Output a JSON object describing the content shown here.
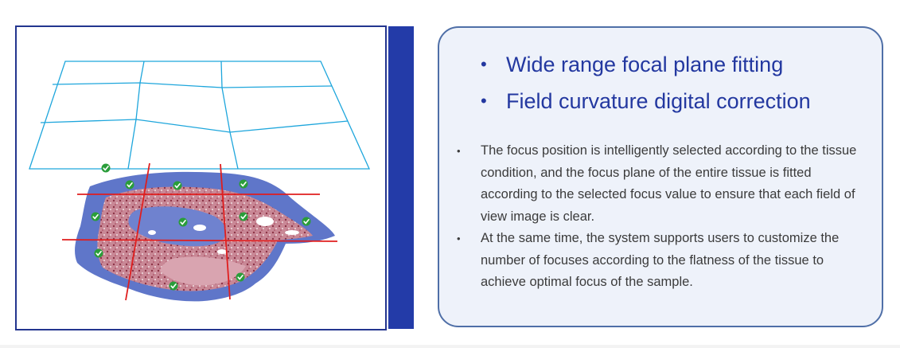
{
  "headlines": [
    "Wide range focal plane fitting",
    "Field curvature digital correction"
  ],
  "bullet_symbol": "•",
  "body_points": [
    "The focus position is intelligently selected according to the tissue condition, and the focus plane of the entire tissue is fitted according to the selected focus value to ensure that each field of view image is clear.",
    "At the same time, the system supports users to customize the number of focuses according to the flatness of the tissue to achieve optimal focus of the sample."
  ],
  "colors": {
    "frame_border": "#23358f",
    "side_bar": "#233ba8",
    "card_background": "#eef2fa",
    "card_border": "#4f6fa7",
    "headline_text": "#2338a0",
    "body_text": "#3b3b3b",
    "grid_lines": "#1ea6dc",
    "focus_lines": "#e01e1e",
    "focus_marker": "#2a9d3a"
  },
  "icons": {
    "focus_point": "green-checkmark-icon"
  }
}
